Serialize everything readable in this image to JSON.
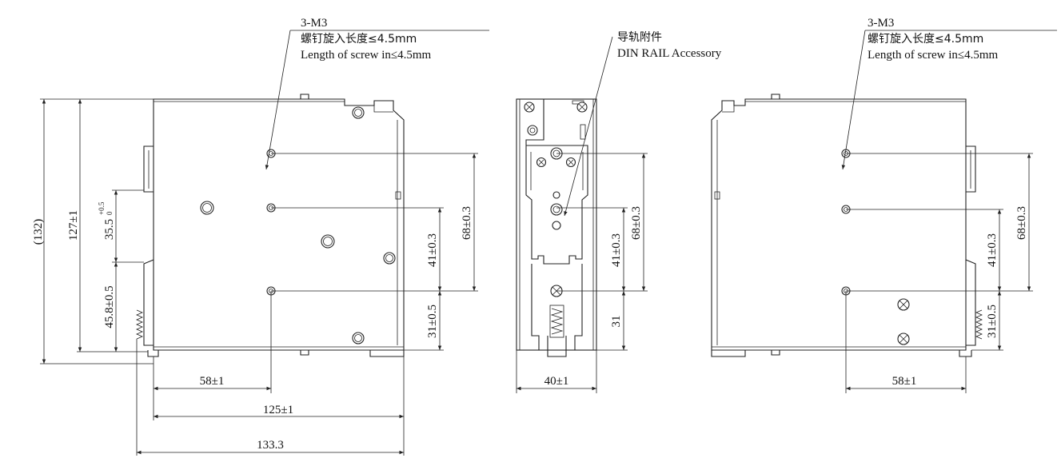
{
  "callouts": {
    "left": {
      "screw_spec": "3-M3",
      "screw_length_cn": "螺钉旋入长度≤4.5mm",
      "screw_length_en": "Length of screw in≤4.5mm"
    },
    "middle": {
      "accessory_cn": "导轨附件",
      "accessory_en": "DIN RAIL Accessory"
    },
    "right": {
      "screw_spec": "3-M3",
      "screw_length_cn": "螺钉旋入长度≤4.5mm",
      "screw_length_en": "Length of screw in≤4.5mm"
    }
  },
  "dimensions": {
    "left_view": {
      "overall_height": "(132)",
      "body_height": "127±1",
      "rail_slot_base": "35.5",
      "rail_slot_tol_upper": "+0.5",
      "rail_slot_tol_lower": "0",
      "lower_offset": "45.8±0.5",
      "hole_spacing_a": "41±0.3",
      "hole_spacing_b": "68±0.3",
      "bottom_hole_offset": "31±0.5",
      "hole_x": "58±1",
      "body_width": "125±1",
      "overall_width": "133.3"
    },
    "middle_view": {
      "hole_spacing_a": "41±0.3",
      "hole_spacing_b": "68±0.3",
      "bottom_offset": "31",
      "width": "40±1"
    },
    "right_view": {
      "hole_spacing_a": "41±0.3",
      "hole_spacing_b": "68±0.3",
      "bottom_hole_offset": "31±0.5",
      "hole_x": "58±1"
    }
  }
}
